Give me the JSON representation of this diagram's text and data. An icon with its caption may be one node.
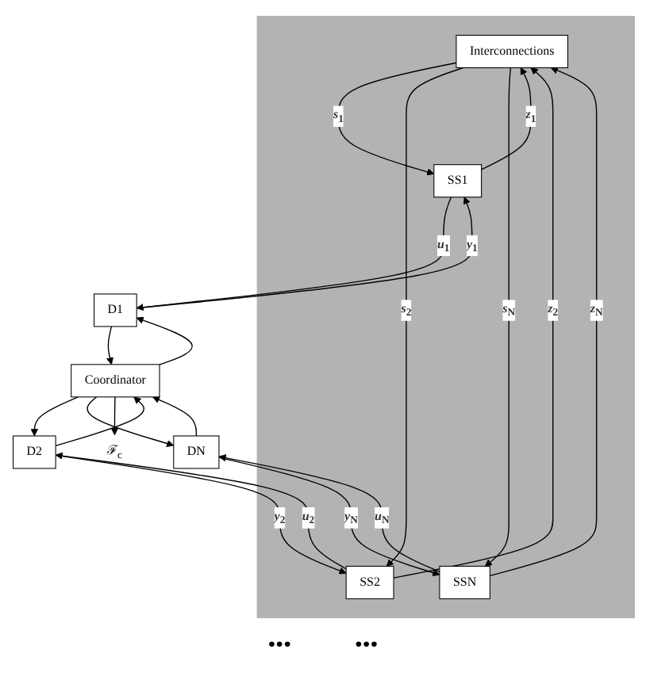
{
  "diagram": {
    "nodes": [
      {
        "text": [],
        "shape": "box"
      },
      {
        "text": [
          "Interconnections"
        ],
        "in": 0
      },
      {
        "text": [
          "SS1"
        ],
        "in": 0
      },
      {
        "text": [
          "SS2"
        ],
        "in": 0
      },
      {
        "text": [
          "SSN"
        ],
        "in": 0
      },
      {
        "text": [
          "D1"
        ]
      },
      {
        "text": [
          "D2"
        ]
      },
      {
        "text": [
          "DN"
        ]
      },
      {
        "text": [
          "Coordinator"
        ]
      },
      {
        "text": [
          "ℱ$_{c}$"
        ]
      }
    ],
    "edges": [
      {
        "from": 1,
        "to": 2,
        "arrow": "to",
        "label": "s$_{1}$"
      },
      {
        "from": 2,
        "to": 1,
        "arrow": "to",
        "label": "z$_{1}$"
      },
      {
        "from": 1,
        "to": 3,
        "arrow": "to",
        "label": "s$_{2}$"
      },
      {
        "from": 3,
        "to": 1,
        "arrow": "to",
        "label": "z$_{2}$"
      },
      {
        "from": 1,
        "to": 4,
        "arrow": "to",
        "label": "s$_{N}$"
      },
      {
        "from": 4,
        "to": 1,
        "arrow": "to",
        "label": "z$_{N}$"
      },
      {
        "from": 2,
        "to": 5,
        "arrow": "to",
        "label": "u$_{1}$"
      },
      {
        "from": 5,
        "to": 2,
        "arrow": "to",
        "label": "y$_{1}$"
      },
      {
        "from": 3,
        "to": 6,
        "arrow": "to",
        "label": "u$_{2}$"
      },
      {
        "from": 6,
        "to": 3,
        "arrow": "to",
        "label": "y$_{2}$"
      },
      {
        "from": 4,
        "to": 7,
        "arrow": "to",
        "label": "u$_{N}$"
      },
      {
        "from": 7,
        "to": 4,
        "arrow": "to",
        "label": "y$_{N}$"
      },
      {
        "from": 5,
        "to": 8,
        "arrow": "to"
      },
      {
        "from": 8,
        "to": 5,
        "arrow": "to"
      },
      {
        "from": 6,
        "to": 8,
        "arrow": "to"
      },
      {
        "from": 8,
        "to": 6,
        "arrow": "to"
      },
      {
        "from": 7,
        "to": 8,
        "arrow": "to"
      },
      {
        "from": 8,
        "to": 7,
        "arrow": "to"
      },
      {
        "from": 8,
        "to": 9,
        "arrow": "to"
      }
    ],
    "labels": [
      "•••",
      "•••"
    ]
  }
}
